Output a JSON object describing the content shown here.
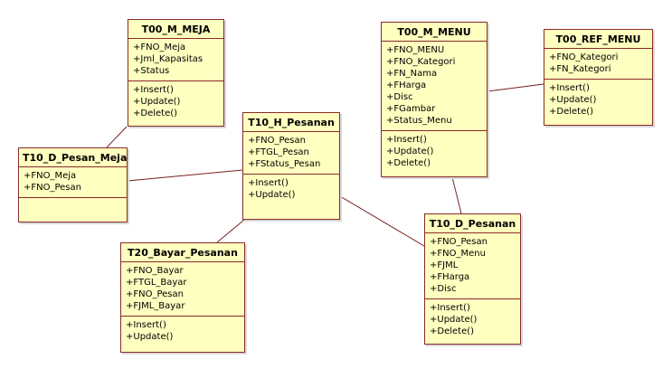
{
  "classes": {
    "t00_m_meja": {
      "name": "T00_M_MEJA",
      "attributes": [
        "+FNO_Meja",
        "+Jml_Kapasitas",
        "+Status"
      ],
      "operations": [
        "+Insert()",
        "+Update()",
        "+Delete()"
      ]
    },
    "t10_d_pesan_meja": {
      "name": "T10_D_Pesan_Meja",
      "attributes": [
        "+FNO_Meja",
        "+FNO_Pesan"
      ],
      "operations": []
    },
    "t10_h_pesanan": {
      "name": "T10_H_Pesanan",
      "attributes": [
        "+FNO_Pesan",
        "+FTGL_Pesan",
        "+FStatus_Pesan"
      ],
      "operations": [
        "+Insert()",
        "+Update()"
      ]
    },
    "t20_bayar_pesanan": {
      "name": "T20_Bayar_Pesanan",
      "attributes": [
        "+FNO_Bayar",
        "+FTGL_Bayar",
        "+FNO_Pesan",
        "+FJML_Bayar"
      ],
      "operations": [
        "+Insert()",
        "+Update()"
      ]
    },
    "t00_m_menu": {
      "name": "T00_M_MENU",
      "attributes": [
        "+FNO_MENU",
        "+FNO_Kategori",
        "+FN_Nama",
        "+FHarga",
        "+Disc",
        "+FGambar",
        "+Status_Menu"
      ],
      "operations": [
        "+Insert()",
        "+Update()",
        "+Delete()"
      ]
    },
    "t00_ref_menu": {
      "name": "T00_REF_MENU",
      "attributes": [
        "+FNO_Kategori",
        "+FN_Kategori"
      ],
      "operations": [
        "+Insert()",
        "+Update()",
        "+Delete()"
      ]
    },
    "t10_d_pesanan": {
      "name": "T10_D_Pesanan",
      "attributes": [
        "+FNO_Pesan",
        "+FNO_Menu",
        "+FJML",
        "+FHarga",
        "+Disc"
      ],
      "operations": [
        "+Insert()",
        "+Update()",
        "+Delete()"
      ]
    }
  },
  "colors": {
    "box_fill": "#ffffc0",
    "box_border": "#8a2a2a",
    "association_line": "#7a1f1f"
  }
}
